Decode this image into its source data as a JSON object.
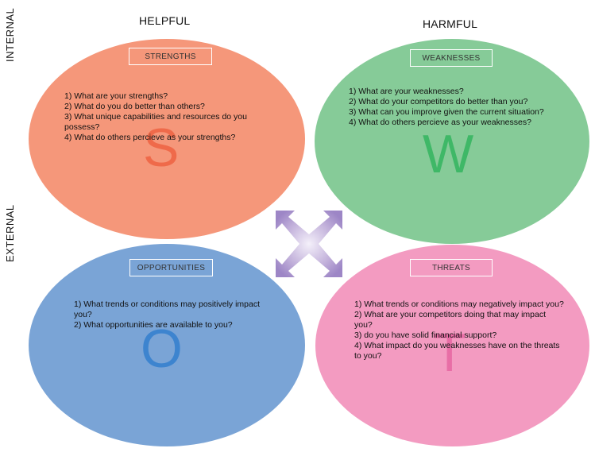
{
  "columns": {
    "helpful": "HELPFUL",
    "harmful": "HARMFUL"
  },
  "rows": {
    "internal": "INTERNAL",
    "external": "EXTERNAL"
  },
  "quadrants": {
    "strengths": {
      "title": "STRENGTHS",
      "letter": "S",
      "color": "#f5977a",
      "letter_color": "#ef6a4a",
      "questions": [
        "1) What are your strengths?",
        "2) What do you do better than others?",
        "3) What unique capabilities and resources do you possess?",
        "4) What do others percieve as your strengths?"
      ]
    },
    "weaknesses": {
      "title": "WEAKNESSES",
      "letter": "W",
      "color": "#86cb98",
      "letter_color": "#3fb867",
      "questions": [
        "1) What are your weaknesses?",
        "2) What do your competitors do better than you?",
        "3) What can you improve given the current situation?",
        "4) What do others percieve as your weaknesses?"
      ]
    },
    "opportunities": {
      "title": "OPPORTUNITIES",
      "letter": "O",
      "color": "#7aa4d6",
      "letter_color": "#3d84cf",
      "questions": [
        "1) What trends or conditions may positively impact you?",
        "2) What opportunities are available to you?"
      ]
    },
    "threats": {
      "title": "THREATS",
      "letter": "T",
      "color": "#f39bc1",
      "letter_color": "#e86ea6",
      "questions": [
        "1) What trends or conditions may negatively impact you?",
        "2) What are your competitors doing that may impact you?",
        "3) do you have solid financial support?",
        "4) What impact do you weaknesses have on the threats to you?"
      ]
    }
  },
  "center_icon": "cross-arrows-icon"
}
